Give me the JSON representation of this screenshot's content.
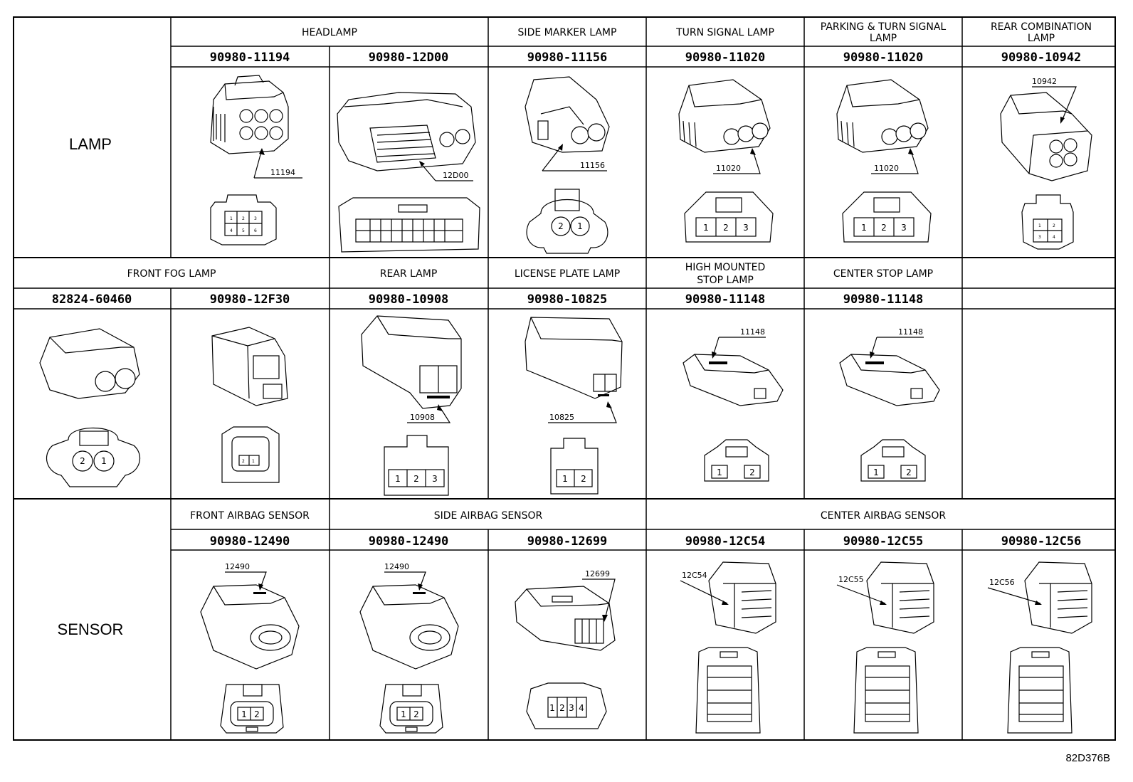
{
  "rows": [
    {
      "label": "LAMP",
      "groups": [
        "HEADLAMP",
        "SIDE MARKER LAMP",
        "TURN SIGNAL LAMP",
        "PARKING & TURN SIGNAL LAMP",
        "REAR COMBINATION LAMP"
      ],
      "part_numbers": [
        "90980-11194",
        "90980-12D00",
        "90980-11156",
        "90980-11020",
        "90980-11020",
        "90980-10942"
      ],
      "callouts": [
        "11194",
        "12D00",
        "11156",
        "11020",
        "11020",
        "10942"
      ]
    },
    {
      "label": "",
      "groups": [
        "FRONT FOG LAMP",
        "REAR LAMP",
        "LICENSE PLATE LAMP",
        "HIGH MOUNTED STOP LAMP",
        "CENTER STOP LAMP"
      ],
      "part_numbers": [
        "82824-60460",
        "90980-12F30",
        "90980-10908",
        "90980-10825",
        "90980-11148",
        "90980-11148"
      ],
      "callouts": [
        "",
        "",
        "10908",
        "10825",
        "11148",
        "11148"
      ]
    },
    {
      "label": "SENSOR",
      "groups": [
        "FRONT AIRBAG SENSOR",
        "SIDE AIRBAG SENSOR",
        "CENTER AIRBAG SENSOR"
      ],
      "part_numbers": [
        "90980-12490",
        "90980-12490",
        "90980-12699",
        "90980-12C54",
        "90980-12C55",
        "90980-12C56"
      ],
      "callouts": [
        "12490",
        "12490",
        "12699",
        "12C54",
        "12C55",
        "12C56"
      ]
    }
  ],
  "pin_labels": {
    "headlamp_11194": [
      "1",
      "2",
      "3",
      "4",
      "5",
      "6"
    ],
    "side_marker": [
      "2",
      "1"
    ],
    "turn_signal": [
      "1",
      "2",
      "3"
    ],
    "parking_turn": [
      "1",
      "2",
      "3"
    ],
    "rear_combination": [
      "1",
      "2",
      "3",
      "4"
    ],
    "front_fog": [
      "2",
      "1"
    ],
    "fog_12f30": [
      "2",
      "1"
    ],
    "rear_lamp": [
      "1",
      "2",
      "3"
    ],
    "license_plate": [
      "1",
      "2"
    ],
    "high_mounted": [
      "1",
      "2"
    ],
    "center_stop": [
      "1",
      "2"
    ],
    "front_airbag": [
      "1",
      "2"
    ],
    "side_airbag": [
      "1",
      "2"
    ],
    "side_airbag_12699": [
      "1",
      "2",
      "3",
      "4"
    ]
  },
  "figure_code": "82D376B"
}
